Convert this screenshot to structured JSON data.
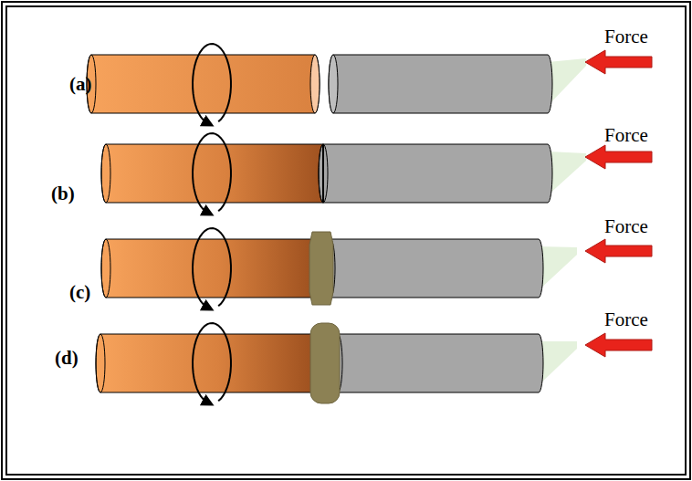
{
  "diagram": {
    "labels": [
      "(a)",
      "Force",
      "(b)",
      "Force",
      "(c)",
      "Force",
      "(d)",
      "Force"
    ]
  }
}
